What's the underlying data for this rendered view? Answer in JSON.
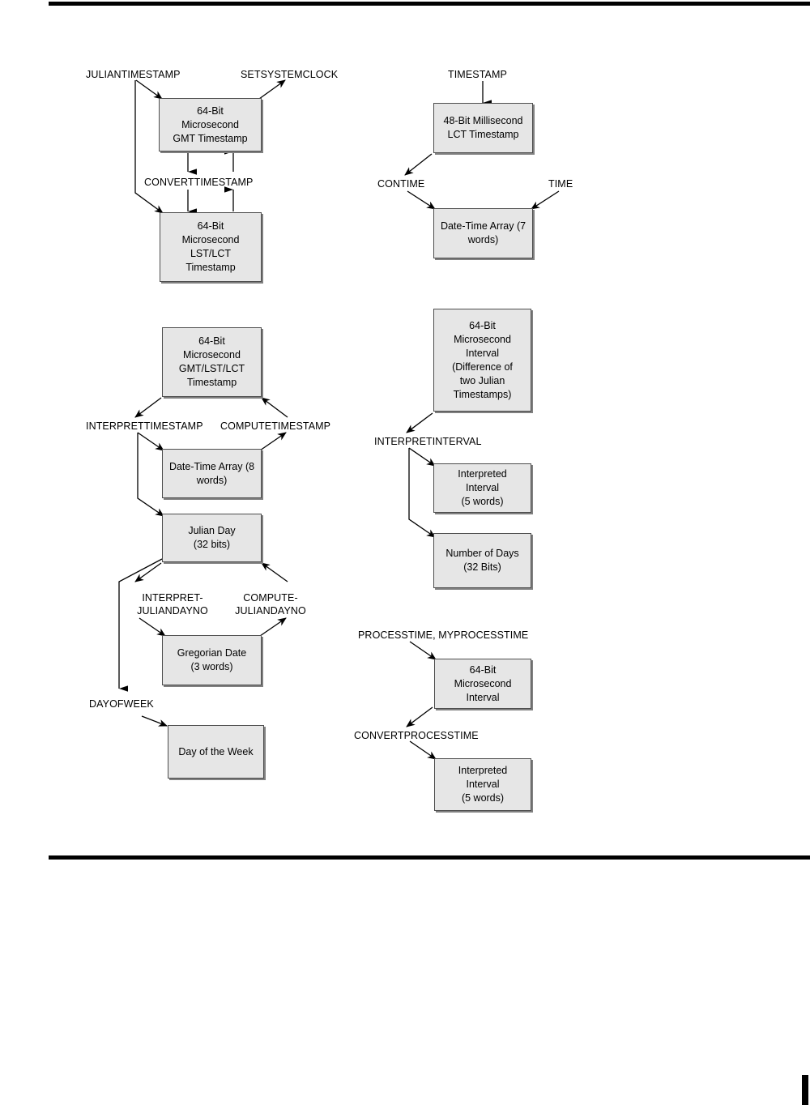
{
  "page": {
    "title": "Timestamp and Interval Data Type Conversion Diagram",
    "background_color": "#ffffff",
    "rule_color": "#000000"
  },
  "style": {
    "node_fill": "#e6e6e6",
    "node_border": "#4d4d4d",
    "node_shadow": "#808080",
    "text_color": "#000000",
    "arrow_color": "#000000"
  },
  "groups": [
    {
      "name": "gmt-lst-lct-timestamp-group",
      "nodes": [
        {
          "id": "n-gmt-timestamp",
          "text": "64-Bit\nMicrosecond\nGMT Timestamp"
        },
        {
          "id": "n-lstlct-timestamp",
          "text": "64-Bit\nMicrosecond\nLST/LCT\nTimestamp"
        }
      ],
      "edge_labels": [
        {
          "id": "lbl-juliantimestamp",
          "text": "JULIANTIMESTAMP"
        },
        {
          "id": "lbl-setsystemclock",
          "text": "SETSYSTEMCLOCK"
        },
        {
          "id": "lbl-converttimestamp",
          "text": "CONVERTTIMESTAMP"
        }
      ]
    },
    {
      "name": "lct-timestamp-group",
      "nodes": [
        {
          "id": "n-lct-timestamp",
          "text": "48-Bit Millisecond\nLCT Timestamp"
        },
        {
          "id": "n-datetime-7",
          "text": "Date-Time Array (7\nwords)"
        }
      ],
      "edge_labels": [
        {
          "id": "lbl-timestamp",
          "text": "TIMESTAMP"
        },
        {
          "id": "lbl-contime",
          "text": "CONTIME"
        },
        {
          "id": "lbl-time",
          "text": "TIME"
        }
      ]
    },
    {
      "name": "timestamp-interpretation-group",
      "nodes": [
        {
          "id": "n-gmtlstlct-timestamp",
          "text": "64-Bit\nMicrosecond\nGMT/LST/LCT\nTimestamp"
        },
        {
          "id": "n-datetime-8",
          "text": "Date-Time Array (8\nwords)"
        },
        {
          "id": "n-julian-day",
          "text": "Julian Day\n(32 bits)"
        },
        {
          "id": "n-gregorian-date",
          "text": "Gregorian Date\n(3 words)"
        },
        {
          "id": "n-day-of-week",
          "text": "Day of the Week"
        }
      ],
      "edge_labels": [
        {
          "id": "lbl-interprettimestamp",
          "text": "INTERPRETTIMESTAMP"
        },
        {
          "id": "lbl-computetimestamp",
          "text": "COMPUTETIMESTAMP"
        },
        {
          "id": "lbl-interpretjuliandayno",
          "text": "INTERPRET-\nJULIANDAYNO"
        },
        {
          "id": "lbl-computejuliandayno",
          "text": "COMPUTE-\nJULIANDAYNO"
        },
        {
          "id": "lbl-dayofweek",
          "text": "DAYOFWEEK"
        }
      ]
    },
    {
      "name": "interval-interpretation-group",
      "nodes": [
        {
          "id": "n-microsecond-interval-diff",
          "text": "64-Bit\nMicrosecond\nInterval\n(Difference of\ntwo Julian\nTimestamps)"
        },
        {
          "id": "n-interpreted-interval-1",
          "text": "Interpreted\nInterval\n(5 words)"
        },
        {
          "id": "n-number-of-days",
          "text": "Number of Days\n(32 Bits)"
        }
      ],
      "edge_labels": [
        {
          "id": "lbl-interpretinterval",
          "text": "INTERPRETINTERVAL"
        }
      ]
    },
    {
      "name": "process-time-group",
      "nodes": [
        {
          "id": "n-microsecond-interval",
          "text": "64-Bit\nMicrosecond\nInterval"
        },
        {
          "id": "n-interpreted-interval-2",
          "text": "Interpreted\nInterval\n(5 words)"
        }
      ],
      "edge_labels": [
        {
          "id": "lbl-processtime",
          "text": "PROCESSTIME, MYPROCESSTIME"
        },
        {
          "id": "lbl-convertprocesstime",
          "text": "CONVERTPROCESSTIME"
        }
      ]
    }
  ]
}
